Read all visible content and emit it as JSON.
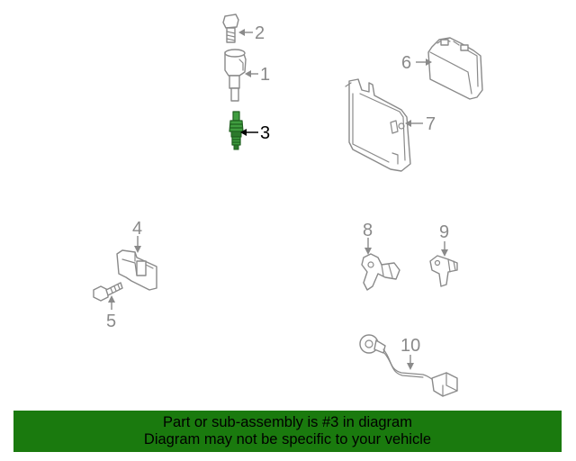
{
  "diagram": {
    "callouts": [
      {
        "id": "1",
        "label": "1"
      },
      {
        "id": "2",
        "label": "2"
      },
      {
        "id": "3",
        "label": "3",
        "highlighted": true
      },
      {
        "id": "4",
        "label": "4"
      },
      {
        "id": "5",
        "label": "5"
      },
      {
        "id": "6",
        "label": "6"
      },
      {
        "id": "7",
        "label": "7"
      },
      {
        "id": "8",
        "label": "8"
      },
      {
        "id": "9",
        "label": "9"
      },
      {
        "id": "10",
        "label": "10"
      }
    ],
    "colors": {
      "outline": "#8a8a8a",
      "highlight": "#3f9d3f",
      "banner": "#1a7a0e"
    }
  },
  "footer": {
    "line1": "Part or sub-assembly is #3 in diagram",
    "line2": "Diagram may not be specific to your vehicle"
  }
}
